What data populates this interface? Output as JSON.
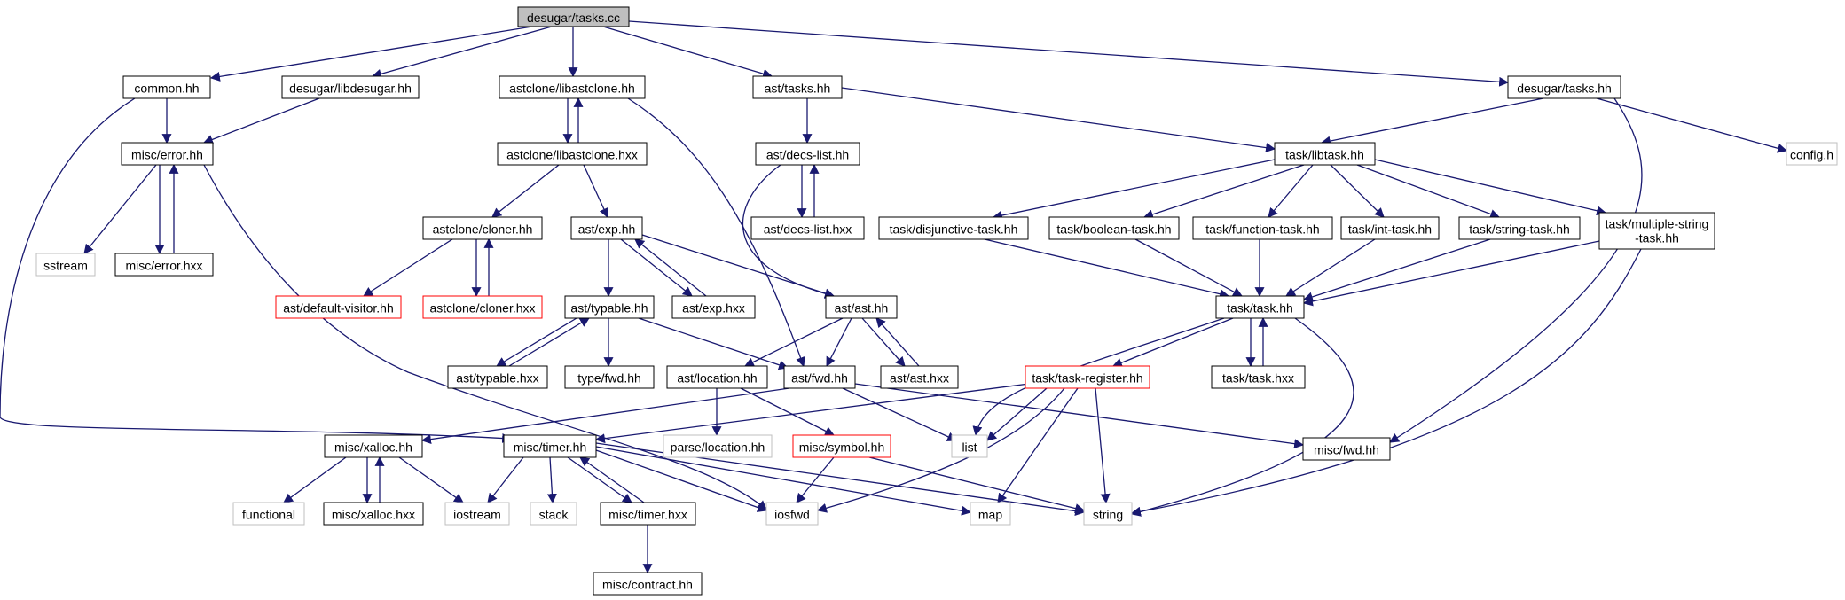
{
  "colors": {
    "edge": "#191970",
    "box_normal": "#000000",
    "box_truncated": "#ff0000",
    "box_external": "#bfbfbf",
    "root_fill": "#bfbfbf",
    "node_fill": "#ffffff"
  },
  "nodes": [
    {
      "id": "desugar_tasks_cc",
      "label": "desugar/tasks.cc",
      "kind": "root"
    },
    {
      "id": "common_hh",
      "label": "common.hh",
      "kind": "normal"
    },
    {
      "id": "libdesugar_hh",
      "label": "desugar/libdesugar.hh",
      "kind": "normal"
    },
    {
      "id": "libastclone_hh",
      "label": "astclone/libastclone.hh",
      "kind": "normal"
    },
    {
      "id": "ast_tasks_hh",
      "label": "ast/tasks.hh",
      "kind": "normal"
    },
    {
      "id": "desugar_tasks_hh",
      "label": "desugar/tasks.hh",
      "kind": "normal"
    },
    {
      "id": "misc_error_hh",
      "label": "misc/error.hh",
      "kind": "normal"
    },
    {
      "id": "libastclone_hxx",
      "label": "astclone/libastclone.hxx",
      "kind": "normal"
    },
    {
      "id": "ast_decs_list_hh",
      "label": "ast/decs-list.hh",
      "kind": "normal"
    },
    {
      "id": "task_libtask_hh",
      "label": "task/libtask.hh",
      "kind": "normal"
    },
    {
      "id": "config_h",
      "label": "config.h",
      "kind": "external"
    },
    {
      "id": "sstream",
      "label": "sstream",
      "kind": "external"
    },
    {
      "id": "misc_error_hxx",
      "label": "misc/error.hxx",
      "kind": "normal"
    },
    {
      "id": "cloner_hh",
      "label": "astclone/cloner.hh",
      "kind": "normal"
    },
    {
      "id": "ast_exp_hh",
      "label": "ast/exp.hh",
      "kind": "normal"
    },
    {
      "id": "ast_decs_list_hxx",
      "label": "ast/decs-list.hxx",
      "kind": "normal"
    },
    {
      "id": "disjunctive_task_hh",
      "label": "task/disjunctive-task.hh",
      "kind": "normal"
    },
    {
      "id": "boolean_task_hh",
      "label": "task/boolean-task.hh",
      "kind": "normal"
    },
    {
      "id": "function_task_hh",
      "label": "task/function-task.hh",
      "kind": "normal"
    },
    {
      "id": "int_task_hh",
      "label": "task/int-task.hh",
      "kind": "normal"
    },
    {
      "id": "string_task_hh",
      "label": "task/string-task.hh",
      "kind": "normal"
    },
    {
      "id": "multiple_string_task_hh",
      "label": "task/multiple-string\n-task.hh",
      "kind": "normal"
    },
    {
      "id": "default_visitor_hh",
      "label": "ast/default-visitor.hh",
      "kind": "truncated"
    },
    {
      "id": "cloner_hxx",
      "label": "astclone/cloner.hxx",
      "kind": "truncated"
    },
    {
      "id": "ast_typable_hh",
      "label": "ast/typable.hh",
      "kind": "normal"
    },
    {
      "id": "ast_exp_hxx",
      "label": "ast/exp.hxx",
      "kind": "normal"
    },
    {
      "id": "ast_ast_hh",
      "label": "ast/ast.hh",
      "kind": "normal"
    },
    {
      "id": "task_task_hh",
      "label": "task/task.hh",
      "kind": "normal"
    },
    {
      "id": "ast_typable_hxx",
      "label": "ast/typable.hxx",
      "kind": "normal"
    },
    {
      "id": "type_fwd_hh",
      "label": "type/fwd.hh",
      "kind": "normal"
    },
    {
      "id": "ast_location_hh",
      "label": "ast/location.hh",
      "kind": "normal"
    },
    {
      "id": "ast_fwd_hh",
      "label": "ast/fwd.hh",
      "kind": "normal"
    },
    {
      "id": "ast_ast_hxx",
      "label": "ast/ast.hxx",
      "kind": "normal"
    },
    {
      "id": "task_register_hh",
      "label": "task/task-register.hh",
      "kind": "truncated"
    },
    {
      "id": "task_task_hxx",
      "label": "task/task.hxx",
      "kind": "normal"
    },
    {
      "id": "misc_xalloc_hh",
      "label": "misc/xalloc.hh",
      "kind": "normal"
    },
    {
      "id": "misc_timer_hh",
      "label": "misc/timer.hh",
      "kind": "normal"
    },
    {
      "id": "parse_location_hh",
      "label": "parse/location.hh",
      "kind": "external"
    },
    {
      "id": "misc_symbol_hh",
      "label": "misc/symbol.hh",
      "kind": "truncated"
    },
    {
      "id": "list",
      "label": "list",
      "kind": "external"
    },
    {
      "id": "misc_fwd_hh",
      "label": "misc/fwd.hh",
      "kind": "normal"
    },
    {
      "id": "functional",
      "label": "functional",
      "kind": "external"
    },
    {
      "id": "misc_xalloc_hxx",
      "label": "misc/xalloc.hxx",
      "kind": "normal"
    },
    {
      "id": "iostream",
      "label": "iostream",
      "kind": "external"
    },
    {
      "id": "stack",
      "label": "stack",
      "kind": "external"
    },
    {
      "id": "misc_timer_hxx",
      "label": "misc/timer.hxx",
      "kind": "normal"
    },
    {
      "id": "iosfwd",
      "label": "iosfwd",
      "kind": "external"
    },
    {
      "id": "map",
      "label": "map",
      "kind": "external"
    },
    {
      "id": "string",
      "label": "string",
      "kind": "external"
    },
    {
      "id": "misc_contract_hh",
      "label": "misc/contract.hh",
      "kind": "normal"
    }
  ]
}
